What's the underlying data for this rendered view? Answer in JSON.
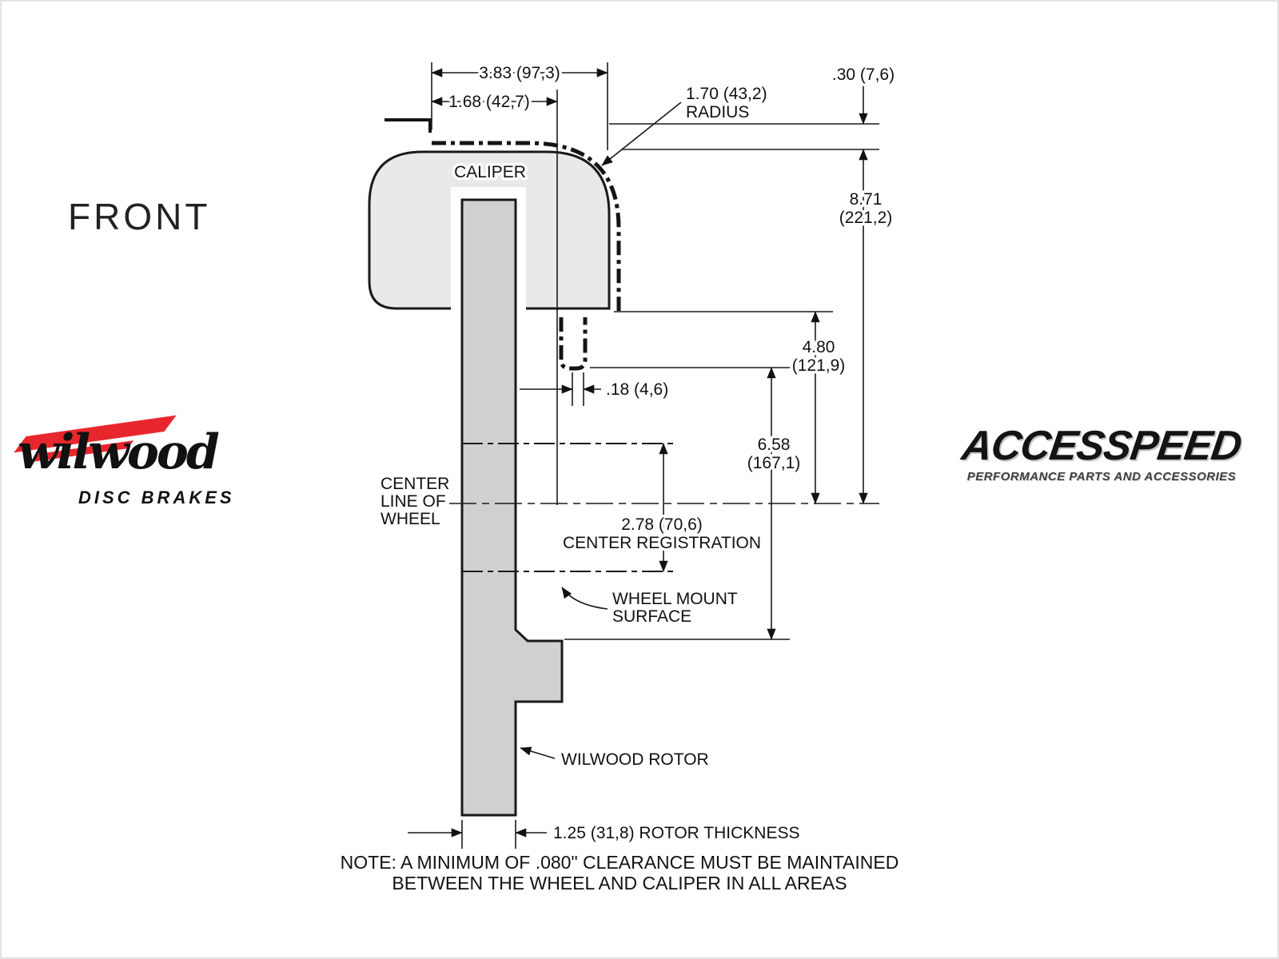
{
  "view_label": "FRONT",
  "drawing": {
    "caliper_label": "CALIPER",
    "center_line_label": [
      "CENTER",
      "LINE OF",
      "WHEEL"
    ],
    "wheel_mount_label": [
      "WHEEL MOUNT",
      "SURFACE"
    ],
    "rotor_label": "WILWOOD ROTOR"
  },
  "dimensions": {
    "caliper_width": "3.83 (97,3)",
    "caliper_inner_width": "1.68 (42,7)",
    "radius_value": "1.70 (43,2)",
    "radius_word": "RADIUS",
    "top_clearance": ".30 (7,6)",
    "overall_height": [
      "8.71",
      "(221,2)"
    ],
    "caliper_to_centerline": [
      "4.80",
      "(121,9)"
    ],
    "pad_clearance": ".18 (4,6)",
    "mount_to_clearance": [
      "6.58",
      "(167,1)"
    ],
    "center_registration_value": "2.78 (70,6)",
    "center_registration_word": "CENTER REGISTRATION",
    "rotor_thickness": "1.25 (31,8) ROTOR THICKNESS"
  },
  "note": [
    "NOTE: A MINIMUM OF .080\" CLEARANCE MUST BE MAINTAINED",
    "BETWEEN THE WHEEL AND CALIPER IN ALL AREAS"
  ],
  "logos": {
    "wilwood_name": "wilwood",
    "wilwood_tagline": "DISC BRAKES",
    "accesspeed_name": "ACCESSPEED",
    "accesspeed_tagline": "PERFORMANCE PARTS AND ACCESSORIES"
  },
  "colors": {
    "line": "#1a1a1a",
    "caliper_fill": "#e9e9e9",
    "rotor_fill": "#d0d0d0",
    "wilwood_red": "#e8262d"
  }
}
